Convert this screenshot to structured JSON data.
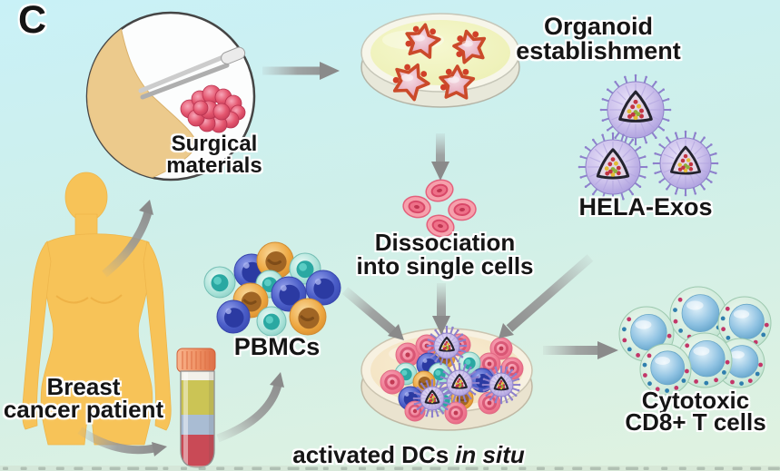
{
  "panel_label": "C",
  "labels": {
    "surgical_line1": "Surgical",
    "surgical_line2": "materials",
    "organoid_line1": "Organoid",
    "organoid_line2": "establishment",
    "hela_exos": "HELA-Exos",
    "dissociation_line1": "Dissociation",
    "dissociation_line2": "into single cells",
    "pbmcs": "PBMCs",
    "patient_line1": "Breast",
    "patient_line2": "cancer patient",
    "activated_dcs": "activated DCs",
    "activated_dcs_italic": "in situ",
    "cytotoxic_line1": "Cytotoxic",
    "cytotoxic_line2": "CD8+ T cells"
  },
  "colors": {
    "background_top": "#c9f1f7",
    "background_mid": "#cfefe9",
    "background_bottom": "#e0f2e0",
    "arrow": "#8a8a8a",
    "skin_silhouette": "#f7c358",
    "breast_skin": "#ecc98a",
    "tumor": "#e4566f",
    "dish_media_top": "#ecefb2",
    "dish_media_bottom": "#f2e0bc",
    "organoid_fill": "#e9b3c3",
    "organoid_stroke": "#cb4a2a",
    "exosome_body": "#cdc2ec",
    "exosome_spike": "#8d80cc",
    "exosome_core_stroke": "#23232e",
    "cell_pink": "#f07d95",
    "cell_blue": "#4b5ec8",
    "cell_blue_nucleus": "#2b3aa2",
    "cell_teal": "#a5e0d6",
    "cell_teal_nucleus": "#2aa8a2",
    "cell_orange": "#eda63f",
    "cell_orange_nucleus": "#a06524",
    "tcell_body": "#cfeadb",
    "tcell_nucleus": "#8fc2e2",
    "tcell_dot_red": "#c23668",
    "tcell_dot_blue": "#2f7fae",
    "tube_cap": "#ef9164",
    "tube_plasma": "#cbc455",
    "tube_buffy": "#a9bcd3",
    "tube_blood": "#c94a56"
  }
}
